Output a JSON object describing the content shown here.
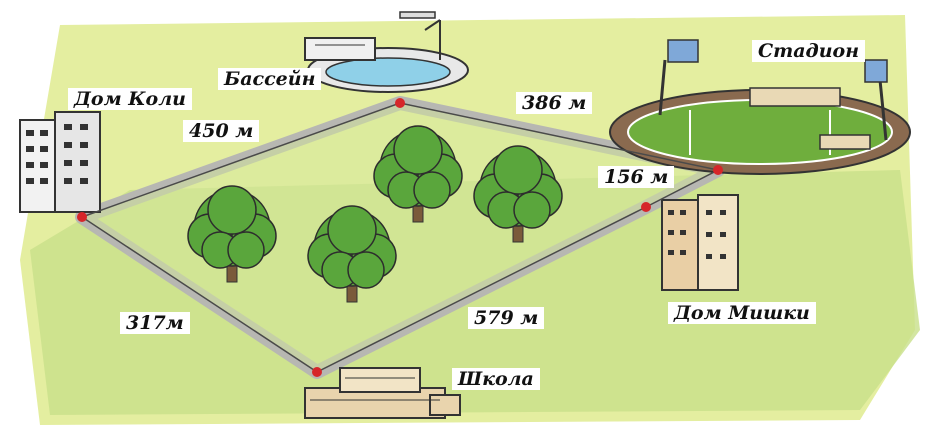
{
  "places": {
    "kolya_home": "Дом Коли",
    "pool": "Бассейн",
    "stadium": "Стадион",
    "mishka_home": "Дом Мишки",
    "school": "Школа"
  },
  "distances": {
    "kolya_pool": "450 м",
    "pool_stadium": "386 м",
    "stadium_mishka": "156 м",
    "mishka_school": "579 м",
    "school_kolya": "317м"
  },
  "colors": {
    "ground": "#e4eea0",
    "grass": "#c8e08a",
    "path": "#b7b7b2",
    "route_line": "#4a4a4a",
    "point": "#d6262a",
    "tree": "#5aa63c",
    "stadium_field": "#6fae3d",
    "pool_water": "#8fd0e8"
  },
  "icons": [
    "kolya-house-icon",
    "pool-icon",
    "stadium-icon",
    "mishka-house-icon",
    "school-icon",
    "tree-icon"
  ]
}
